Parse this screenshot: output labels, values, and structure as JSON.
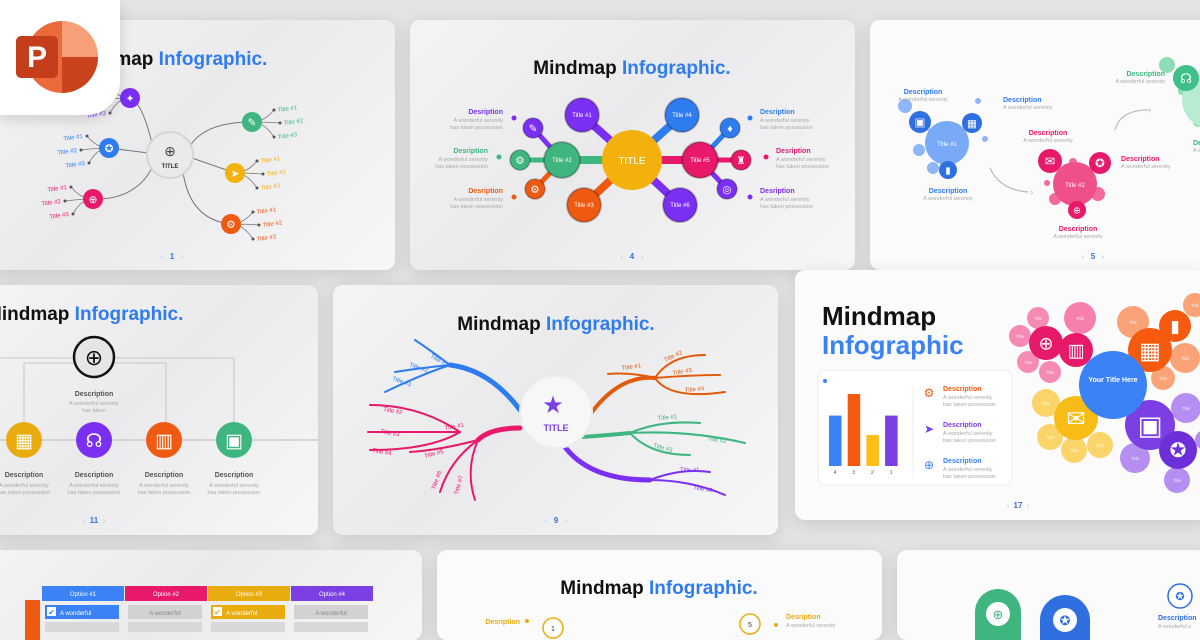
{
  "app_logo": {
    "letter": "P",
    "icon": "powerpoint-logo",
    "color": "#d04423"
  },
  "colors": {
    "blue": "#2f7cf0",
    "purple": "#7b2ff2",
    "pink": "#e8196b",
    "green": "#3fb57f",
    "yellow": "#f2b10c",
    "orange": "#ee5a12",
    "gray": "#9a9a9a"
  },
  "title": {
    "part1": "Mindmap",
    "part2": "Infographic."
  },
  "slide1": {
    "center": "TITLE",
    "center_icon": "globe-icon",
    "page": "1",
    "branches": [
      {
        "color": "#7b2ff2",
        "icon": "rocket",
        "items": [
          "Title #1",
          "Title #2",
          "Title #3"
        ]
      },
      {
        "color": "#2f7cf0",
        "icon": "award",
        "items": [
          "Title #1",
          "Title #2",
          "Title #3"
        ]
      },
      {
        "color": "#e8196b",
        "icon": "globe",
        "items": [
          "Title #1",
          "Title #2",
          "Title #3"
        ]
      },
      {
        "color": "#3fb57f",
        "icon": "pencil",
        "items": [
          "Title #1",
          "Title #2",
          "Title #3"
        ]
      },
      {
        "color": "#f2b10c",
        "icon": "send",
        "items": [
          "Title #1",
          "Title #2",
          "Title #3"
        ]
      },
      {
        "color": "#ee5a12",
        "icon": "gear",
        "items": [
          "Title #1",
          "Title #2",
          "Title #3"
        ]
      }
    ]
  },
  "slide4": {
    "center": "TITLE",
    "page": "4",
    "nodes": [
      "Title #1",
      "Title #2",
      "Title #3",
      "Title #4",
      "Title #5",
      "Title #6"
    ],
    "descriptions": [
      {
        "heading": "Desription",
        "line1": "A wonderful serenity",
        "line2": "has taken possession",
        "color": "#7b2ff2"
      },
      {
        "heading": "Desription",
        "line1": "A wonderful serenity",
        "line2": "has taken possession",
        "color": "#3fb57f"
      },
      {
        "heading": "Desription",
        "line1": "A wonderful serenity",
        "line2": "has taken possession",
        "color": "#ee5a12"
      },
      {
        "heading": "Desription",
        "line1": "A wonderful serenity",
        "line2": "has taken possession",
        "color": "#2f7cf0"
      },
      {
        "heading": "Desription",
        "line1": "A wonderful serenity",
        "line2": "has taken possession",
        "color": "#e8196b"
      },
      {
        "heading": "Desription",
        "line1": "A wonderful serenity",
        "line2": "has taken possession",
        "color": "#7b2ff2"
      }
    ]
  },
  "slide5": {
    "page": "5",
    "group1": {
      "title": "Title #1",
      "color": "#2f7cf0"
    },
    "group2": {
      "title": "Title #2",
      "color": "#e8196b"
    },
    "descriptions": [
      {
        "heading": "Description",
        "body": "A wonderful serenity",
        "color": "#2f7cf0"
      },
      {
        "heading": "Description",
        "body": "A wonderful serenity",
        "color": "#2f7cf0"
      },
      {
        "heading": "Description",
        "body": "A wonderful serenity",
        "color": "#2f7cf0"
      },
      {
        "heading": "Description",
        "body": "A wonderful serenity",
        "color": "#e8196b"
      },
      {
        "heading": "Description",
        "body": "A wonderful serenity",
        "color": "#e8196b"
      },
      {
        "heading": "Description",
        "body": "A wonderful serenity",
        "color": "#e8196b"
      },
      {
        "heading": "Description",
        "body": "A wonderful serenity",
        "color": "#3fb57f"
      },
      {
        "heading": "Description",
        "body": "A wonderful serenity",
        "color": "#3fb57f"
      }
    ]
  },
  "slide11": {
    "page": "11",
    "top": {
      "heading": "Description",
      "line1": "A wonderful serenity",
      "line2": "has taken"
    },
    "items": [
      {
        "heading": "Description",
        "line1": "A wonderful serenity",
        "line2": "has taken possession",
        "color": "#e9ac0f",
        "icon": "calendar"
      },
      {
        "heading": "Description",
        "line1": "A wonderful serenity",
        "line2": "has taken possession",
        "color": "#7b2ff2",
        "icon": "headset"
      },
      {
        "heading": "Description",
        "line1": "A wonderful serenity",
        "line2": "has taken possession",
        "color": "#ee5a12",
        "icon": "chart"
      },
      {
        "heading": "Description",
        "line1": "A wonderful serenity",
        "line2": "has taken possession",
        "color": "#3fb57f",
        "icon": "briefcase"
      }
    ]
  },
  "slide9": {
    "center": "TITLE",
    "page": "9",
    "branches": [
      {
        "color": "#2f7cf0",
        "items": [
          "Title #1",
          "Title #2",
          "Title #3"
        ]
      },
      {
        "color": "#e8196b",
        "items": [
          "Title #1",
          "Title #2",
          "Title #3",
          "Title #4",
          "Title #5",
          "Title #6",
          "Title #7"
        ]
      },
      {
        "color": "#e25a0c",
        "items": [
          "Title #1",
          "Title #2",
          "Title #3",
          "Title #4"
        ]
      },
      {
        "color": "#3fb57f",
        "items": [
          "Title #1",
          "Title #2",
          "Title #3"
        ]
      },
      {
        "color": "#7b2ff2",
        "items": [
          "Title #1",
          "Title #2"
        ]
      }
    ]
  },
  "slide17": {
    "title1": "Mindmap",
    "title2": "Infographic",
    "page": "17",
    "center": "Your Title Here",
    "bubble_label": "Title",
    "bar_chart": {
      "categories": [
        "4",
        "3",
        "2",
        "1"
      ],
      "levels": [
        0.7,
        1.0,
        0.43,
        0.7
      ],
      "colors": [
        "#3b82f6",
        "#f55a0e",
        "#fbbf16",
        "#7b3fe4"
      ]
    },
    "descriptions": [
      {
        "heading": "Description",
        "line1": "A wonderful serenity",
        "line2": "has taken possession",
        "color": "#f55a0e",
        "icon": "gear"
      },
      {
        "heading": "Description",
        "line1": "A wonderful serenity",
        "line2": "has taken possession",
        "color": "#7b3fe4",
        "icon": "send"
      },
      {
        "heading": "Description",
        "line1": "A wonderful serenity",
        "line2": "has taken possession",
        "color": "#3b82f6",
        "icon": "globe"
      }
    ]
  },
  "bottom_table": {
    "options": [
      {
        "label": "Option #1",
        "color": "#3b82f6"
      },
      {
        "label": "Option #2",
        "color": "#e8196b"
      },
      {
        "label": "Option #3",
        "color": "#e9ac0f"
      },
      {
        "label": "Option #4",
        "color": "#7b3fe4"
      }
    ],
    "cell": "A wonderful",
    "checked": [
      true,
      false,
      true,
      false
    ]
  },
  "bottom_mid": {
    "left": {
      "heading": "Desription",
      "number": "1"
    },
    "right": {
      "heading": "Desription",
      "body": "A wonderful serenity",
      "number": "5"
    }
  },
  "bottom_right": {
    "heading": "Description",
    "body": "A wonderful s"
  }
}
